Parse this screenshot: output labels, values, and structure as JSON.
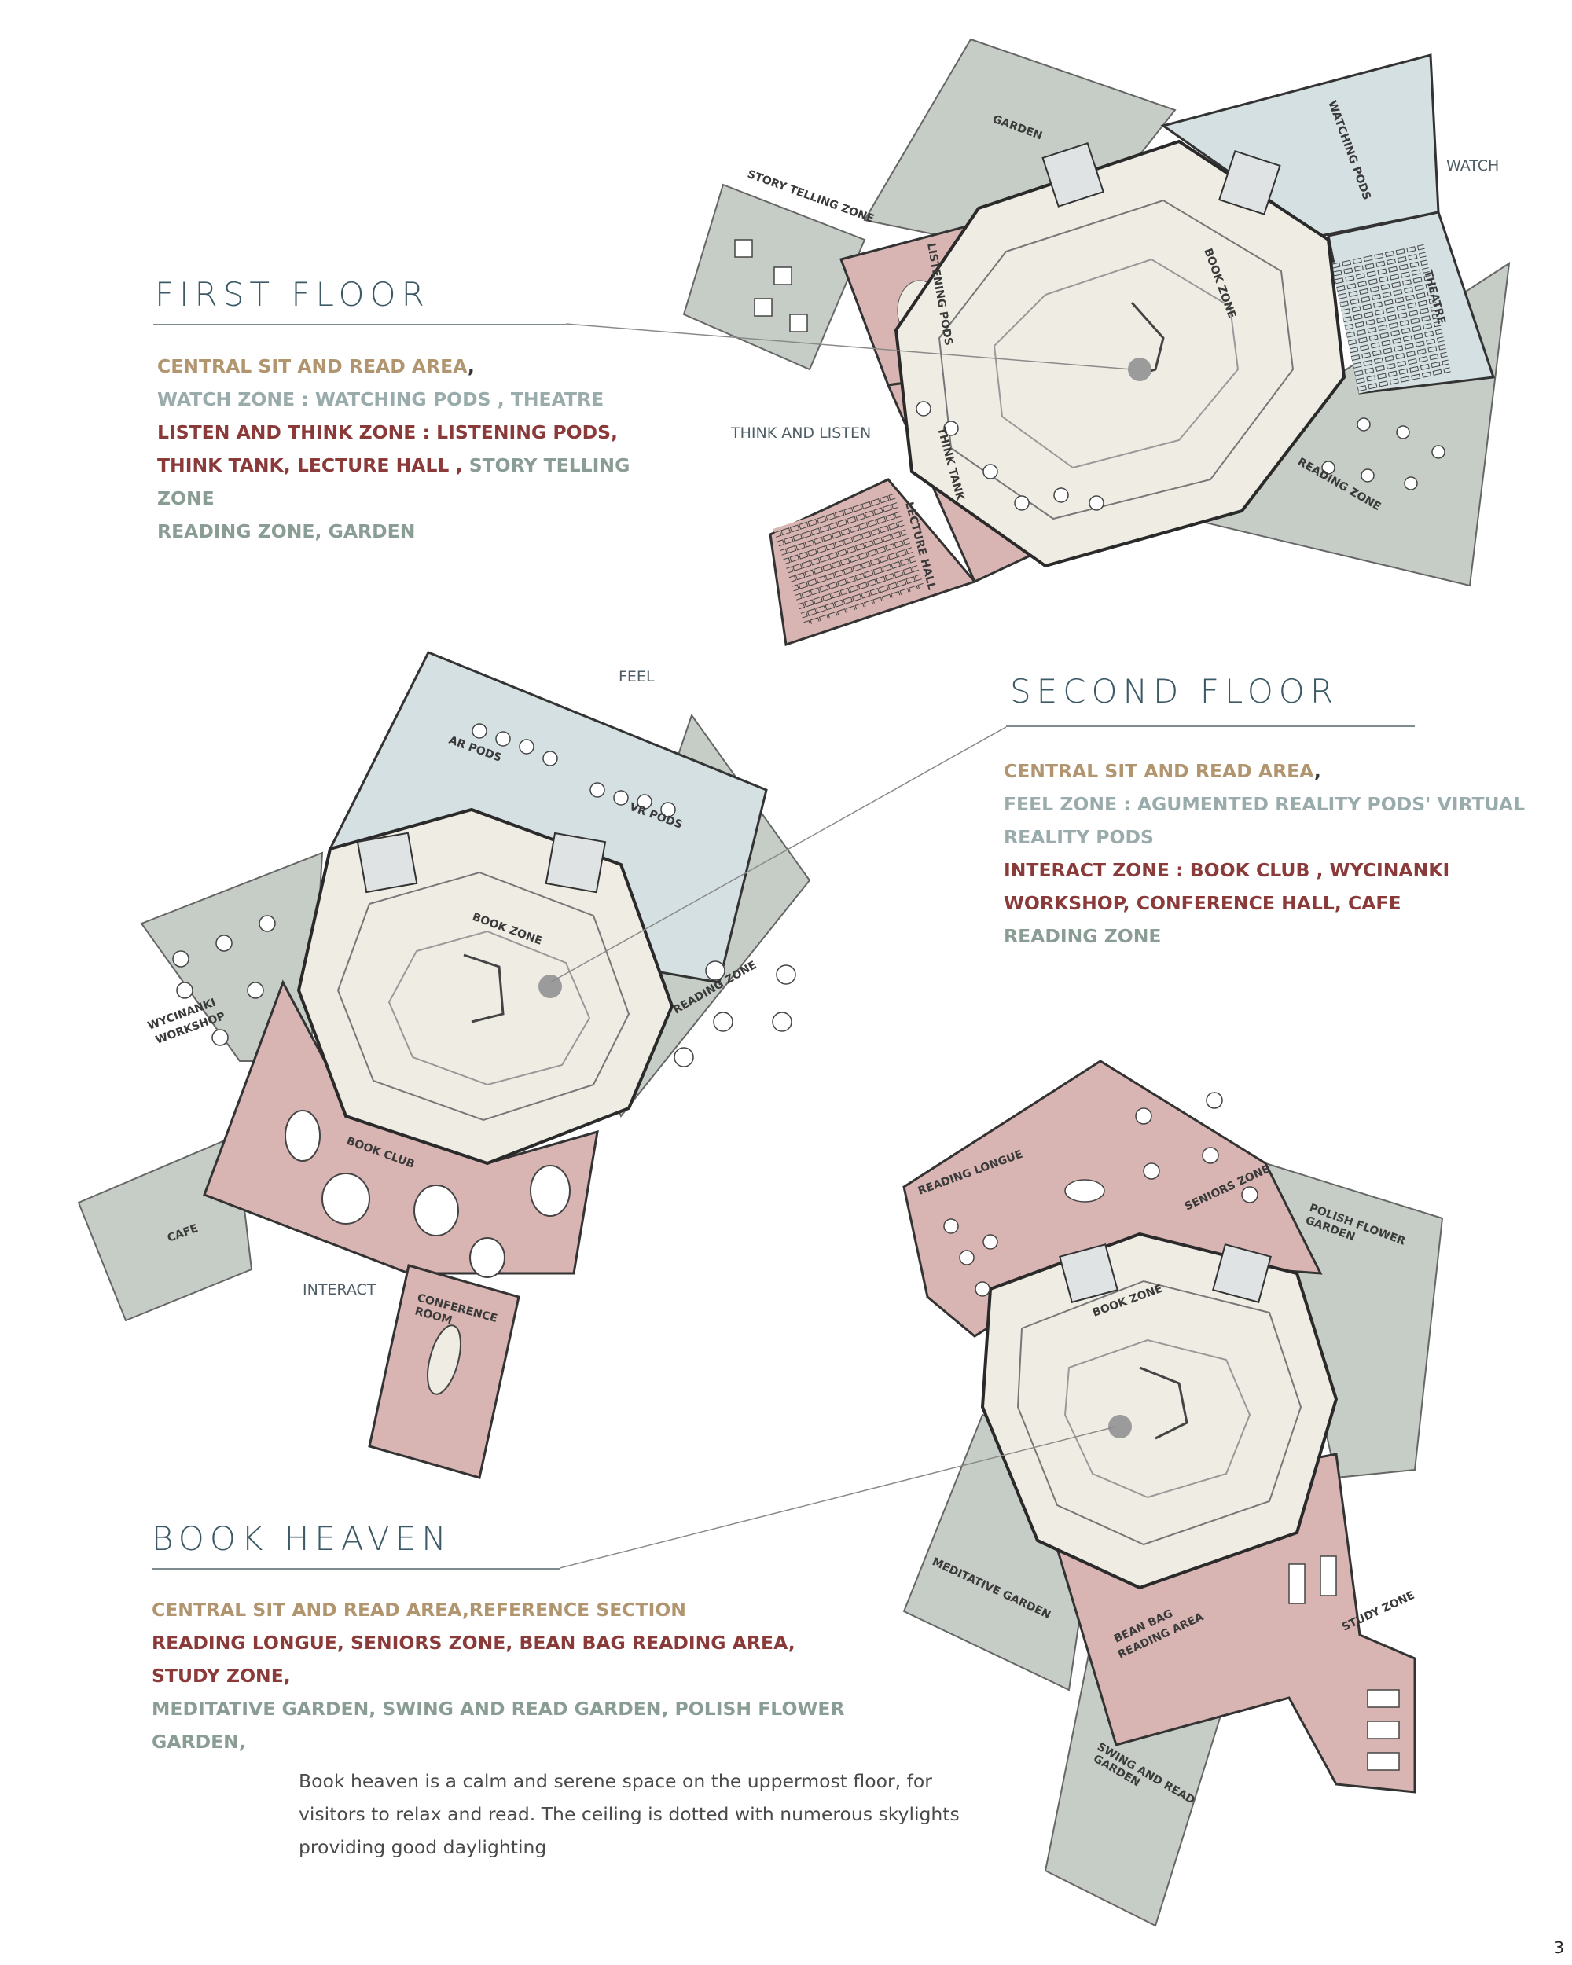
{
  "first_floor": {
    "title": "FIRST FLOOR",
    "legend": [
      {
        "text": "CENTRAL SIT AND READ AREA",
        "tone": "tan",
        "tail": ","
      },
      {
        "text": "WATCH ZONE : WATCHING PODS , THEATRE",
        "tone": "grey"
      },
      {
        "text": "LISTEN AND THINK ZONE : LISTENING PODS,",
        "tone": "red"
      },
      {
        "text": "THINK TANK, LECTURE HALL , ",
        "tone": "red",
        "tail2": "STORY TELLING"
      },
      {
        "text": "ZONE",
        "tone": "sage"
      },
      {
        "text": "READING ZONE, GARDEN",
        "tone": "sage"
      }
    ],
    "zone_labels": {
      "watch": "WATCH",
      "think_listen": "THINK AND LISTEN"
    },
    "plan_labels": {
      "garden": "GARDEN",
      "watching_pods": "WATCHING PODS",
      "story_telling": "STORY TELLING ZONE",
      "listening_pods": "LISTENING PODS",
      "book_zone": "BOOK ZONE",
      "theatre": "THEATRE",
      "think_tank": "THINK TANK",
      "lecture_hall": "LECTURE HALL",
      "reading_zone": "READING ZONE"
    }
  },
  "second_floor": {
    "title": "SECOND FLOOR",
    "legend": [
      {
        "text": "CENTRAL SIT AND READ AREA",
        "tone": "tan",
        "tail": ","
      },
      {
        "text": "FEEL ZONE : AGUMENTED REALITY PODS' VIRTUAL",
        "tone": "grey"
      },
      {
        "text": "REALITY PODS",
        "tone": "grey"
      },
      {
        "text": "INTERACT ZONE : BOOK CLUB , WYCINANKI",
        "tone": "red"
      },
      {
        "text": "WORKSHOP, CONFERENCE HALL, CAFE",
        "tone": "red"
      },
      {
        "text": "READING ZONE",
        "tone": "sage"
      }
    ],
    "zone_labels": {
      "feel": "FEEL",
      "interact": "INTERACT"
    },
    "plan_labels": {
      "ar_pods": "AR PODS",
      "vr_pods": "VR PODS",
      "book_zone": "BOOK ZONE",
      "reading_zone": "READING ZONE",
      "wycinanki_1": "WYCINANKI",
      "wycinanki_2": "WORKSHOP",
      "book_club": "BOOK CLUB",
      "cafe": "CAFE",
      "conference_1": "CONFERENCE",
      "conference_2": "ROOM"
    }
  },
  "book_heaven": {
    "title": "BOOK HEAVEN",
    "legend": [
      {
        "text": "CENTRAL SIT AND READ AREA,REFERENCE SECTION",
        "tone": "tan"
      },
      {
        "text": "READING LONGUE, SENIORS ZONE, BEAN BAG READING AREA,",
        "tone": "red"
      },
      {
        "text": "STUDY ZONE,",
        "tone": "red"
      },
      {
        "text": "MEDITATIVE GARDEN, SWING AND READ GARDEN, POLISH FLOWER",
        "tone": "sage"
      },
      {
        "text": "GARDEN,",
        "tone": "sage"
      }
    ],
    "description": [
      "Book heaven is a calm and serene space on the uppermost floor, for",
      "visitors to relax and read. The ceiling is dotted with numerous skylights",
      "providing good daylighting"
    ],
    "plan_labels": {
      "reading_longue": "READING LONGUE",
      "seniors_zone": "SENIORS ZONE",
      "polish_1": "POLISH FLOWER",
      "polish_2": "GARDEN",
      "book_zone": "BOOK ZONE",
      "meditative": "MEDITATIVE GARDEN",
      "bean_1": "BEAN BAG",
      "bean_2": "READING AREA",
      "study_zone": "STUDY ZONE",
      "swing_1": "SWING AND READ",
      "swing_2": "GARDEN"
    }
  },
  "page_number": "3",
  "colors": {
    "sage": "#c5cdc6",
    "pink": "#d8b5b2",
    "blue": "#d5e0e3",
    "beige": "#efece3",
    "wall": "#2a2a2a"
  }
}
